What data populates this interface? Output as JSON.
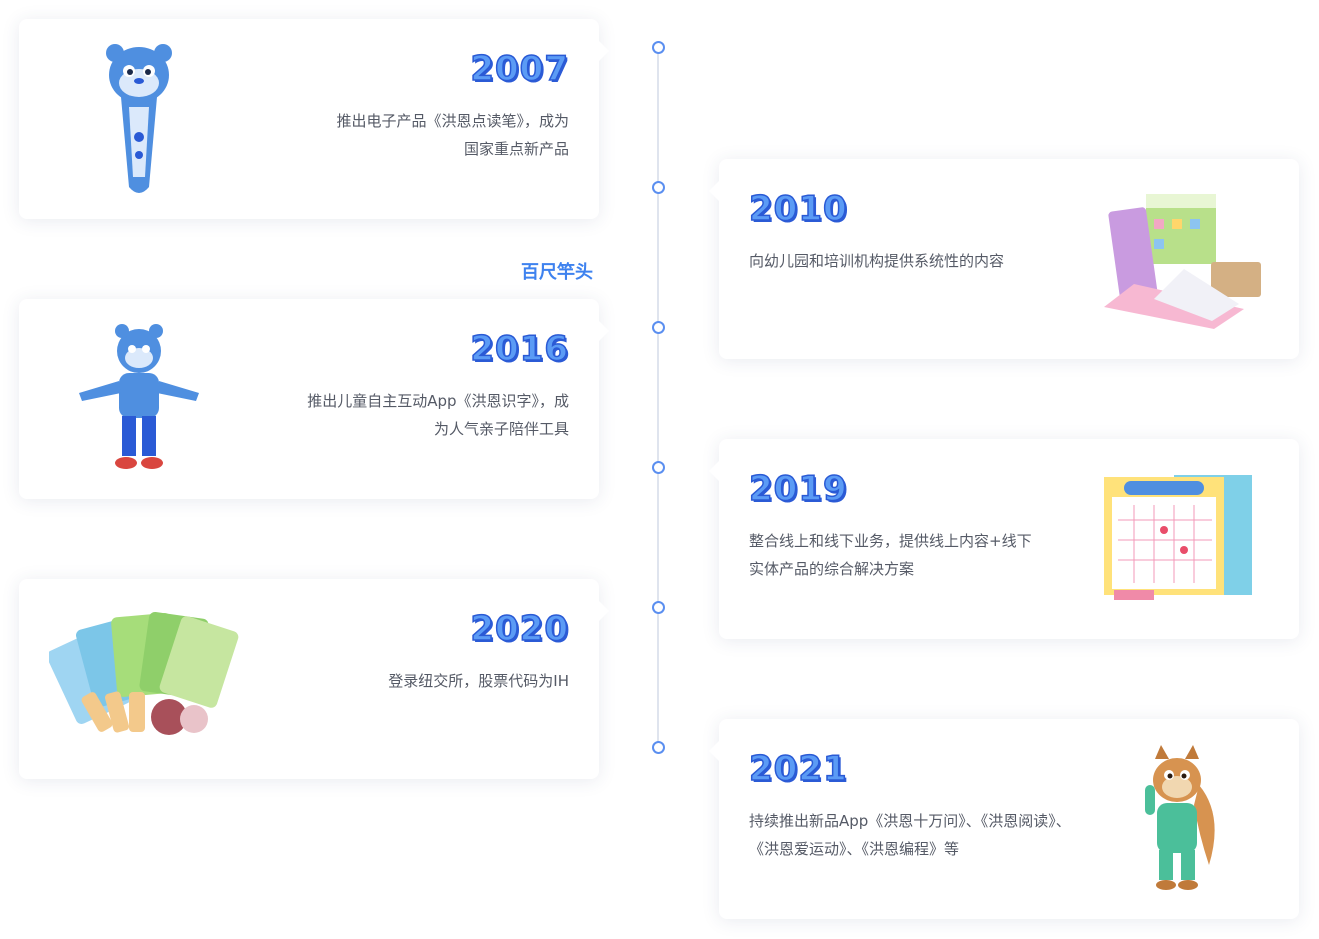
{
  "timeline": {
    "milestone_label": "百尺竿头",
    "events": [
      {
        "year": "2007",
        "desc_line1": "推出电子产品《洪恩点读笔》，成为",
        "desc_line2": "国家重点新产品",
        "image": "reading-pen-tiger-image"
      },
      {
        "year": "2010",
        "desc_line1": "向幼儿园和培训机构提供系统性的内容",
        "desc_line2": "",
        "image": "card-box-set-image"
      },
      {
        "year": "2016",
        "desc_line1": "推出儿童自主互动App《洪恩识字》，成",
        "desc_line2": "为人气亲子陪伴工具",
        "image": "tiger-mascot-image"
      },
      {
        "year": "2019",
        "desc_line1": "整合线上和线下业务，提供线上内容+线下",
        "desc_line2": "实体产品的综合解决方案",
        "image": "learning-poster-kit-image"
      },
      {
        "year": "2020",
        "desc_line1": "登录纽交所，股票代码为IH",
        "desc_line2": "",
        "image": "picture-cards-fan-image"
      },
      {
        "year": "2021",
        "desc_line1": "持续推出新品App《洪恩十万问》、《洪恩阅读》、",
        "desc_line2": "《洪恩爱运动》、《洪恩编程》等",
        "image": "squirrel-mascot-image"
      }
    ]
  },
  "colors": {
    "accent": "#3e82ef",
    "year_fill": "#5b9bf5",
    "year_stroke": "#2a5ad5",
    "text": "#555a66",
    "axis": "#dfe4ee"
  }
}
